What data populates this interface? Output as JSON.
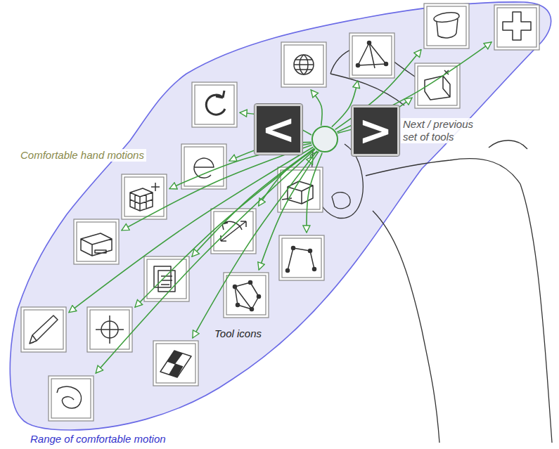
{
  "diagram": {
    "nodes": [
      {
        "text": [
          "<"
        ]
      },
      {
        "text": [
          ">"
        ]
      }
    ],
    "labels": [
      "Comfortable hand motions",
      "Next / previous set of tools",
      "Tool icons",
      "Range of comfortable motion"
    ]
  }
}
